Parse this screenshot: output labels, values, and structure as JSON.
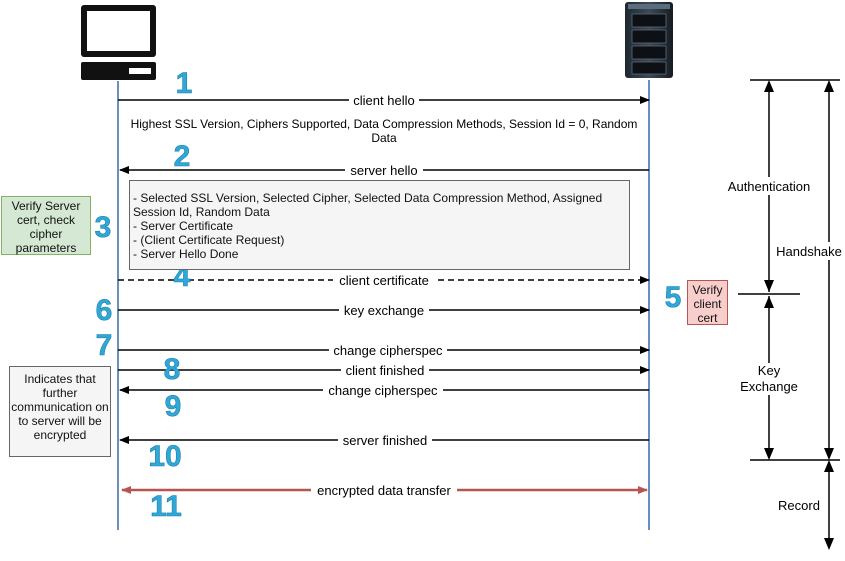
{
  "messages": {
    "m1": "client hello",
    "m1_detail": "Highest SSL Version, Ciphers Supported, Data Compression Methods, Session Id = 0, Random Data",
    "m2": "server hello",
    "m2_detail_lines": [
      "- Selected SSL Version, Selected Cipher, Selected Data Compression Method, Assigned Session Id, Random Data",
      "- Server Certificate",
      "- (Client Certificate Request)",
      "- Server Hello Done"
    ],
    "m4": "client certificate",
    "m6": "key exchange",
    "m7": "change cipherspec",
    "m8": "client finished",
    "m9": "change cipherspec",
    "m10": "server finished",
    "m11": "encrypted data transfer"
  },
  "steps": [
    "1",
    "2",
    "3",
    "4",
    "5",
    "6",
    "7",
    "8",
    "9",
    "10",
    "11"
  ],
  "notes": {
    "verify_server": "Verify Server cert, check cipher parameters",
    "verify_client": "Verify client cert",
    "encrypted_note": "Indicates that further communication on to server will be encrypted"
  },
  "phases": {
    "authentication": "Authentication",
    "handshake": "Handshake",
    "key_exchange": "Key Exchange",
    "record": "Record"
  },
  "colors": {
    "lifeline": "#6c8ebf",
    "step_number": "#2fa8d8",
    "encrypted_arrow": "#b85450",
    "green_box": "#d5e8d4",
    "red_box": "#f8cecc",
    "gray_box": "#f5f5f5"
  },
  "icons": {
    "client": "desktop-computer-icon",
    "server": "server-rack-icon"
  }
}
